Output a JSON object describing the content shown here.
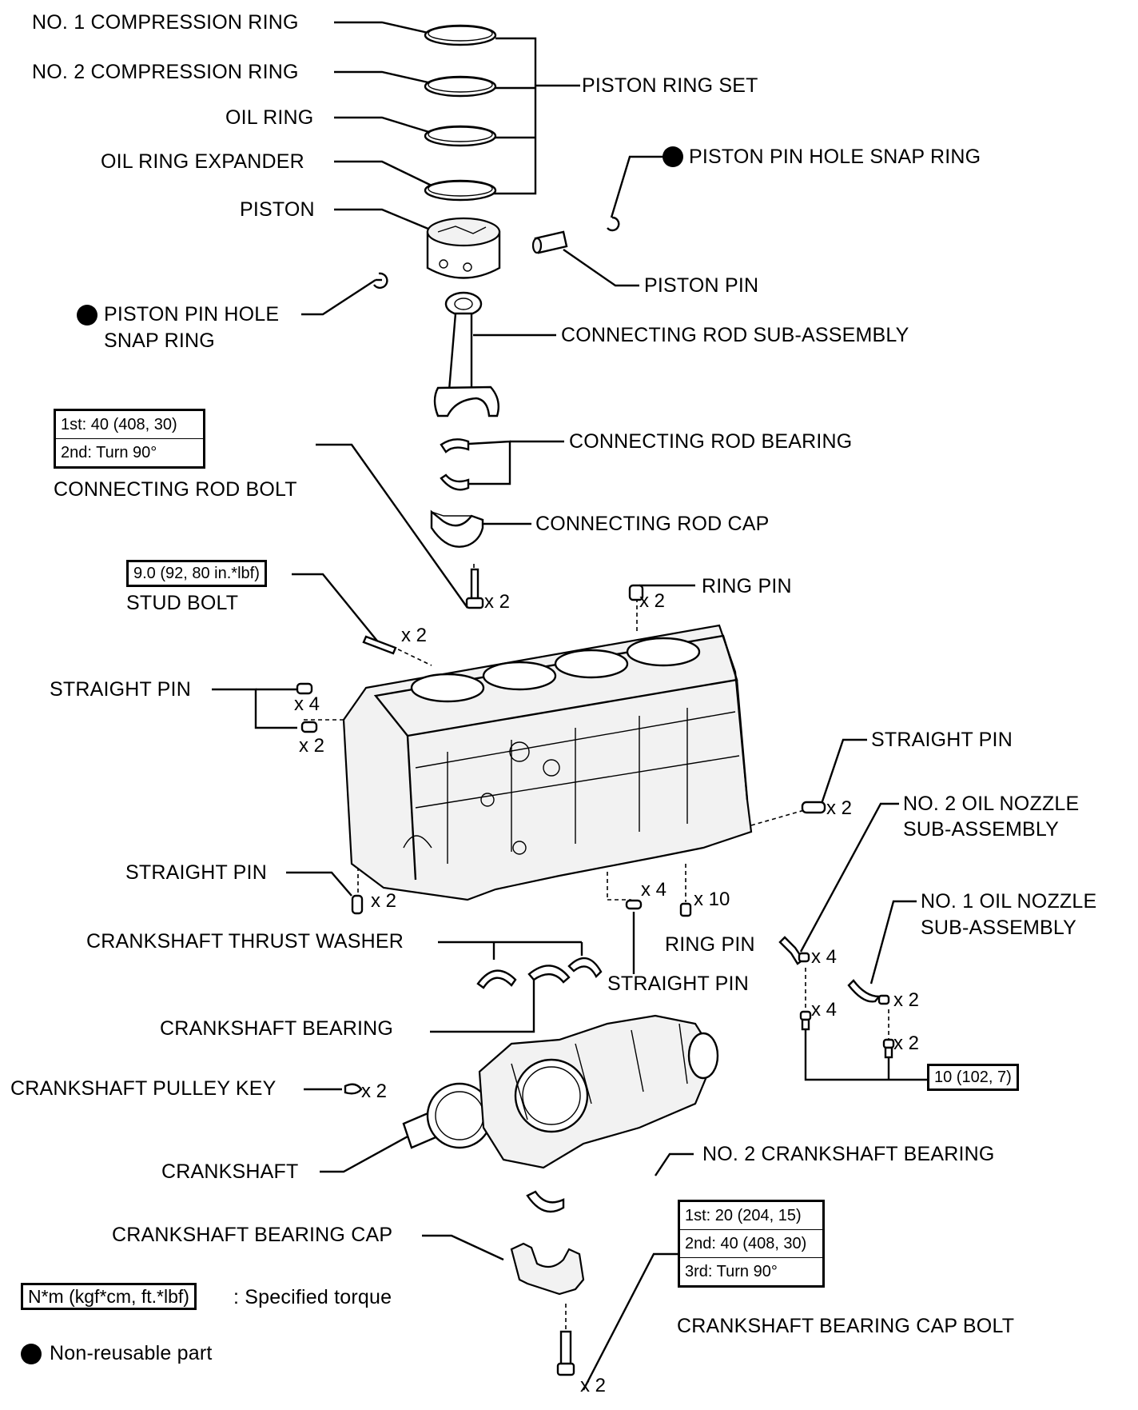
{
  "labels": {
    "no1_compression_ring": "NO. 1 COMPRESSION RING",
    "no2_compression_ring": "NO. 2 COMPRESSION RING",
    "oil_ring": "OIL RING",
    "oil_ring_expander": "OIL RING EXPANDER",
    "piston": "PISTON",
    "piston_ring_set": "PISTON RING SET",
    "piston_pin_hole_snap_ring_right": "PISTON PIN HOLE SNAP RING",
    "piston_pin": "PISTON PIN",
    "piston_pin_hole_snap_ring_left_1": "PISTON PIN HOLE",
    "piston_pin_hole_snap_ring_left_2": "SNAP RING",
    "connecting_rod_sub_assembly": "CONNECTING ROD SUB-ASSEMBLY",
    "connecting_rod_bearing": "CONNECTING ROD BEARING",
    "connecting_rod_bolt": "CONNECTING ROD BOLT",
    "connecting_rod_cap": "CONNECTING ROD CAP",
    "stud_bolt": "STUD BOLT",
    "ring_pin_top": "RING PIN",
    "straight_pin_left": "STRAIGHT PIN",
    "straight_pin_right": "STRAIGHT PIN",
    "no2_oil_nozzle_1": "NO. 2 OIL NOZZLE",
    "no2_oil_nozzle_2": "SUB-ASSEMBLY",
    "straight_pin_lower_left": "STRAIGHT PIN",
    "no1_oil_nozzle_1": "NO. 1 OIL NOZZLE",
    "no1_oil_nozzle_2": "SUB-ASSEMBLY",
    "crankshaft_thrust_washer": "CRANKSHAFT THRUST WASHER",
    "ring_pin_bottom": "RING PIN",
    "straight_pin_bottom": "STRAIGHT PIN",
    "crankshaft_bearing": "CRANKSHAFT BEARING",
    "crankshaft_pulley_key": "CRANKSHAFT PULLEY KEY",
    "crankshaft": "CRANKSHAFT",
    "no2_crankshaft_bearing": "NO. 2 CRANKSHAFT BEARING",
    "crankshaft_bearing_cap": "CRANKSHAFT BEARING CAP",
    "crankshaft_bearing_cap_bolt": "CRANKSHAFT BEARING CAP BOLT"
  },
  "quantities": {
    "con_rod_bolt": "x 2",
    "ring_pin_top": "x 2",
    "stud_bolt": "x 2",
    "straight_pin_x4": "x 4",
    "straight_pin_x2": "x 2",
    "straight_pin_right": "x 2",
    "straight_pin_lower_left": "x 2",
    "straight_pin_bottom": "x 4",
    "ring_pin_bottom": "x 10",
    "no2_nozzle_a": "x 4",
    "no2_nozzle_b": "x 4",
    "no1_nozzle_a": "x 2",
    "no1_nozzle_b": "x 2",
    "pulley_key": "x 2",
    "cap_bolt": "x 2"
  },
  "torques": {
    "con_rod_bolt_1": "1st: 40 (408, 30)",
    "con_rod_bolt_2": "2nd: Turn 90°",
    "stud_bolt": "9.0 (92, 80 in.*lbf)",
    "oil_nozzle": "10 (102, 7)",
    "cap_bolt_1": "1st: 20 (204, 15)",
    "cap_bolt_2": "2nd: 40 (408, 30)",
    "cap_bolt_3": "3rd: Turn 90°"
  },
  "legend": {
    "torque_box": "N*m (kgf*cm, ft.*lbf)",
    "torque_text": ": Specified torque",
    "non_reusable": "Non-reusable part"
  }
}
